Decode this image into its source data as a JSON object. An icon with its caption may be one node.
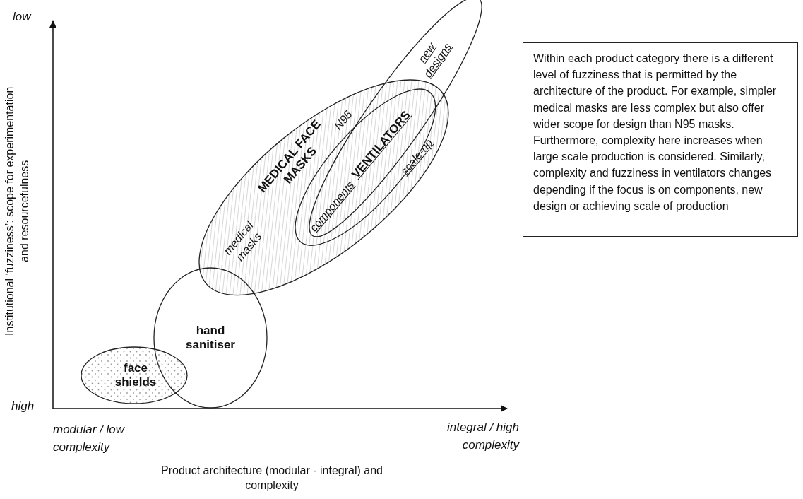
{
  "diagram": {
    "nodes": [
      {
        "text": [
          "MEDICAL FACE MASKS",
          "medical masks",
          "N95"
        ]
      },
      {
        "text": [
          "components",
          "VENTILATORS",
          "scale-up"
        ],
        "in": 0
      },
      {
        "text": [
          "new designs"
        ]
      },
      {
        "text": [
          "hand sanitiser"
        ]
      },
      {
        "text": [
          "face shields"
        ]
      },
      {
        "text": [
          "Within each product category there is a different level of fuzziness that is permitted by the architecture of the product. For example, simpler medical masks are less complex but also offer wider scope for design than N95 masks. Furthermore, complexity here increases when large scale production is considered. Similarly, complexity and fuzziness in ventilators changes depending if the focus is on components, new design or achieving scale of production"
        ]
      }
    ],
    "labels": [
      "low",
      "Institutional ‘fuzziness’: scope for experimentation and resourcefulness",
      "high",
      "modular / low complexity",
      "integral / high complexity",
      "Product architecture (modular - integral) and complexity"
    ]
  }
}
